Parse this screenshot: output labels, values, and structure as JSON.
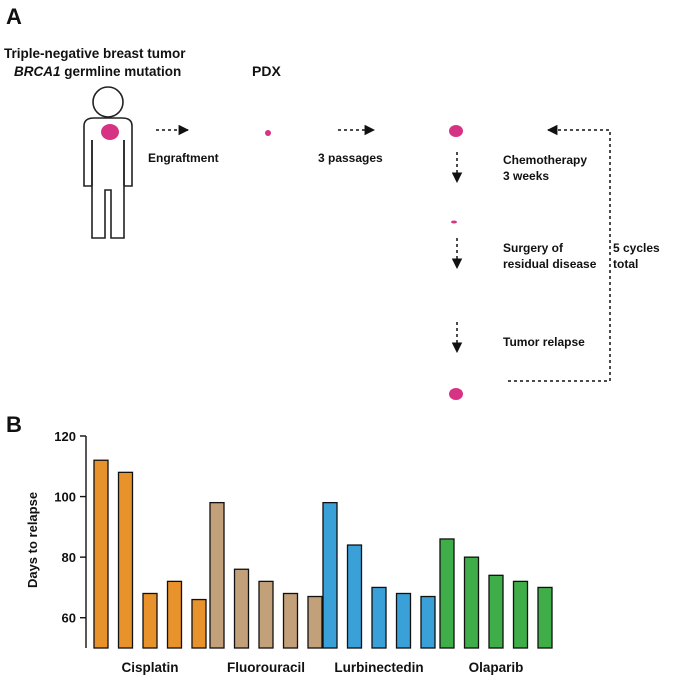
{
  "panel_a": {
    "label": "A",
    "patient_line1": "Triple-negative breast tumor",
    "patient_line2_italic": "BRCA1",
    "patient_line2_rest": " germline mutation",
    "pdx_label": "PDX",
    "engraftment": "Engraftment",
    "passages": "3 passages",
    "chemo_line1": "Chemotherapy",
    "chemo_line2": "3 weeks",
    "surgery_line1": "Surgery of",
    "surgery_line2": "residual disease",
    "relapse": "Tumor relapse",
    "cycles_line1": "5 cycles",
    "cycles_line2": "total",
    "tumor_color": "#d63384"
  },
  "panel_b": {
    "label": "B"
  },
  "chart_data": {
    "type": "bar",
    "ylabel": "Days to relapse",
    "xlabel": "",
    "ylim": [
      50,
      120
    ],
    "yticks": [
      60,
      80,
      100,
      120
    ],
    "groups": [
      {
        "name": "Cisplatin",
        "color": "#e8922b",
        "values": [
          112,
          108,
          68,
          72,
          66
        ]
      },
      {
        "name": "Fluorouracil",
        "color": "#c2a07a",
        "values": [
          98,
          76,
          72,
          68,
          67
        ]
      },
      {
        "name": "Lurbinectedin",
        "color": "#3aa0d8",
        "values": [
          98,
          84,
          70,
          68,
          67
        ]
      },
      {
        "name": "Olaparib",
        "color": "#3fae49",
        "values": [
          86,
          80,
          74,
          72,
          70
        ]
      }
    ]
  }
}
